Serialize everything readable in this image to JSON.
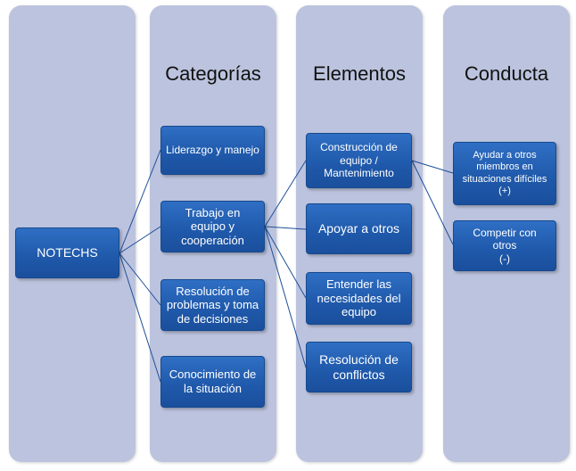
{
  "columns": {
    "col1": {
      "title": ""
    },
    "col2": {
      "title": "Categorías"
    },
    "col3": {
      "title": "Elementos"
    },
    "col4": {
      "title": "Conducta"
    }
  },
  "nodes": {
    "notechs": "NOTECHS",
    "cat_leadership": "Liderazgo y manejo",
    "cat_teamwork": "Trabajo en\nequipo y\ncooperación",
    "cat_problem_solving": "Resolución de\nproblemas y toma\nde decisiones",
    "cat_situation": "Conocimiento de\nla situación",
    "el_team_building": "Construcción de\nequipo /\nMantenimiento",
    "el_support": "Apoyar a otros",
    "el_needs": "Entender las\nnecesidades del\nequipo",
    "el_conflict": "Resolución de\nconflictos",
    "co_help": "Ayudar a otros\nmiembros en\nsituaciones difíciles\n(+)",
    "co_compete": "Competir con\notros\n(-)"
  },
  "colors": {
    "column_bg": "#bcc3de",
    "node_fill": "#205aac",
    "connector": "#1d4f98"
  }
}
